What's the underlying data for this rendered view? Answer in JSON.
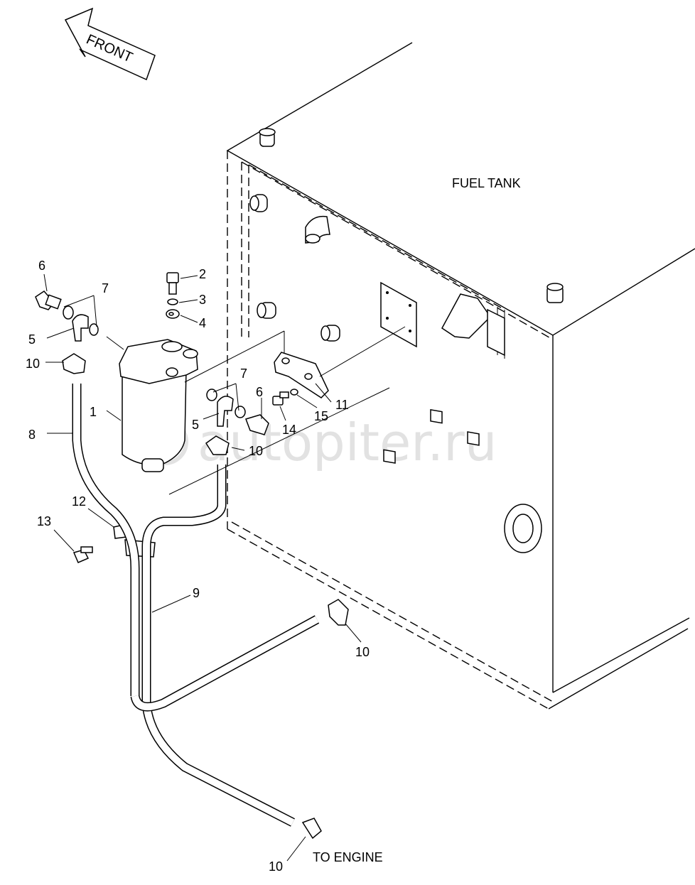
{
  "direction_label": "FRONT",
  "tank_label": "FUEL TANK",
  "engine_label": "TO ENGINE",
  "watermark": "autopiter.ru",
  "callouts": {
    "c1": "1",
    "c2": "2",
    "c3": "3",
    "c4": "4",
    "c5a": "5",
    "c5b": "5",
    "c6a": "6",
    "c6b": "6",
    "c7a": "7",
    "c7b": "7",
    "c8": "8",
    "c9": "9",
    "c10a": "10",
    "c10b": "10",
    "c10c": "10",
    "c10d": "10",
    "c11": "11",
    "c12": "12",
    "c13": "13",
    "c14": "14",
    "c15": "15"
  }
}
